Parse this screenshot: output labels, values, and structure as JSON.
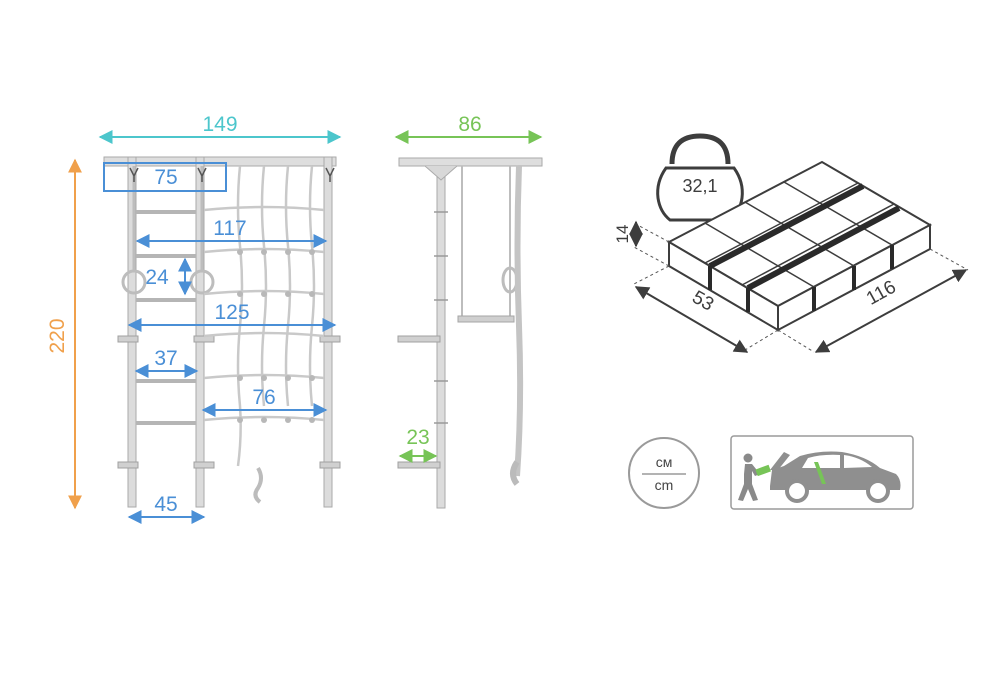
{
  "colors": {
    "cyan": "#4cc6cc",
    "green": "#77c457",
    "orange": "#f0a04b",
    "blue": "#4a8fd6",
    "frame": "#d5d5d5",
    "frame_edge": "#a8a8a8",
    "ink": "#3d3d3d",
    "grey_icon": "#8a8a8a"
  },
  "front_view": {
    "width": "149",
    "height": "220",
    "bar_span_75": "75",
    "net_width_117": "117",
    "rings_24": "24",
    "span_125": "125",
    "step_37": "37",
    "net_76": "76",
    "base_45": "45"
  },
  "side_view": {
    "depth": "86",
    "foot": "23"
  },
  "package": {
    "weight": "32,1",
    "height": "14",
    "width": "53",
    "length": "116"
  },
  "units": {
    "top": "см",
    "bottom": "cm"
  },
  "icons": [
    "kettlebell-icon",
    "box-package-icon",
    "units-circle-icon",
    "car-loading-icon"
  ]
}
